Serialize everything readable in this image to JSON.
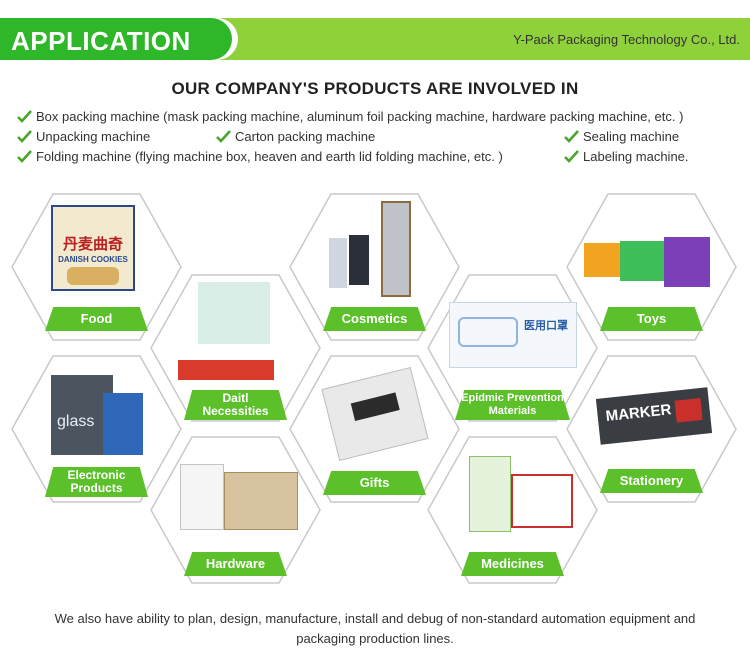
{
  "header": {
    "title": "APPLICATION",
    "company": "Y-Pack Packaging Technology Co., Ltd."
  },
  "main_title": "OUR COMPANY'S PRODUCTS ARE INVOLVED IN",
  "features": [
    "Box packing machine (mask packing machine, aluminum foil packing machine, hardware packing machine, etc. )",
    "Unpacking machine",
    "Carton packing machine",
    "Sealing machine",
    "Folding machine (flying machine box, heaven and earth lid folding machine, etc. )",
    "Labeling machine."
  ],
  "categories": {
    "food": "Food",
    "cosmetics": "Cosmetics",
    "toys": "Toys",
    "daily_1": "Daitl",
    "daily_2": "Necessities",
    "epidemic_1": "Epidmic Prevention",
    "epidemic_2": "Materials",
    "electronic_1": "Electronic",
    "electronic_2": "Products",
    "gifts": "Gifts",
    "stationery": "Stationery",
    "hardware": "Hardware",
    "medicines": "Medicines"
  },
  "product_text": {
    "cookies_cn": "丹麦曲奇",
    "cookies_en": "DANISH COOKIES",
    "mask_cn": "医用口罩",
    "marker": "MARKER",
    "glass": "glass"
  },
  "footer": [
    "We also have ability to plan, design, manufacture, install and debug of non-standard automation equipment and",
    "packaging production lines."
  ],
  "colors": {
    "accent_green": "#5cc02b",
    "header_light": "#8fd13a",
    "header_dark": "#2fb72a"
  }
}
